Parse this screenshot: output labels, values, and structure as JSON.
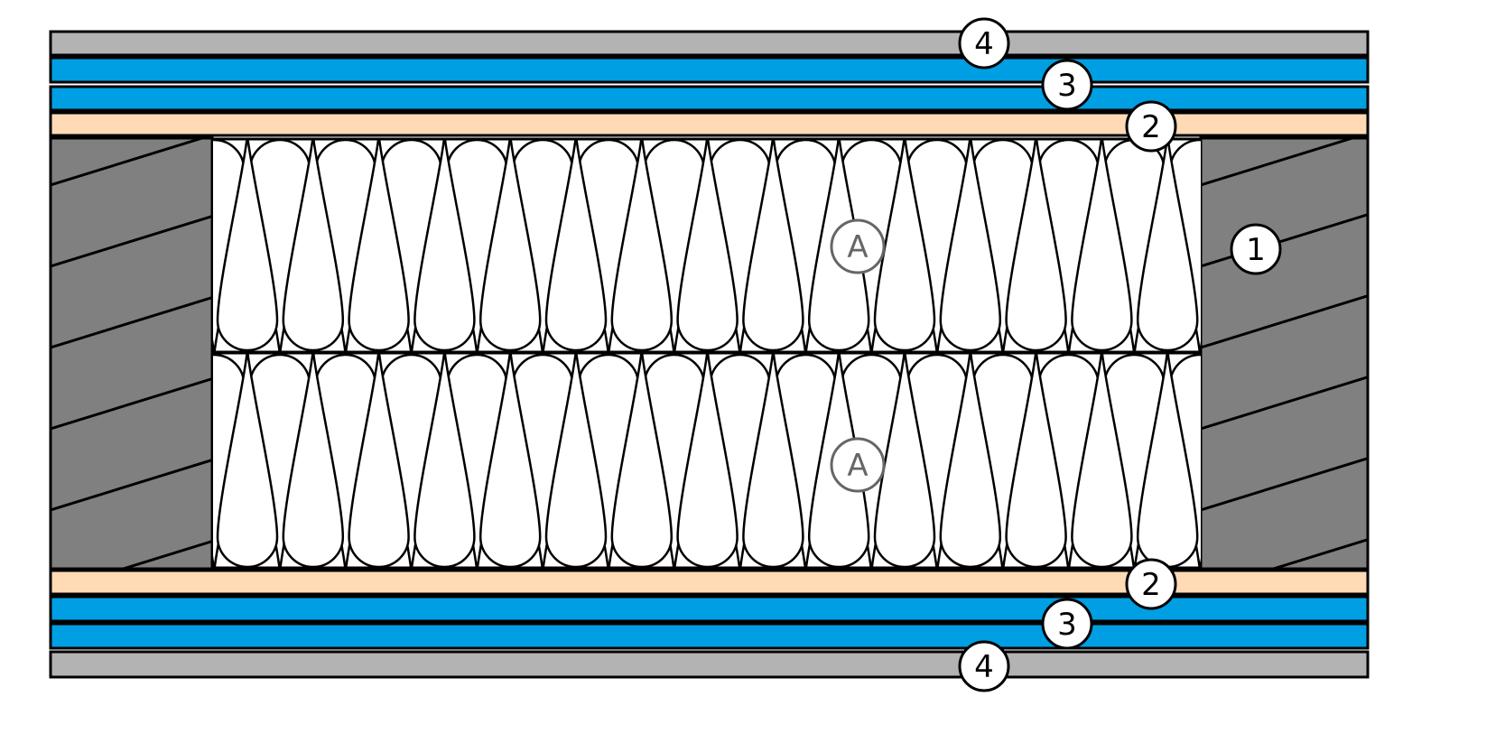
{
  "diagram": {
    "type": "wall-section",
    "colors": {
      "outer_board": "#b3b3b3",
      "blue_board": "#009fe3",
      "timber_board": "#ffdab5",
      "stud": "#808080",
      "insulation": "#ffffff",
      "label_grey": "#666666"
    },
    "layer_labels": {
      "outer_top": "4",
      "blue_top": "3",
      "timber_top": "2",
      "stud": "1",
      "insulation_upper": "A",
      "insulation_lower": "A",
      "timber_bottom": "2",
      "blue_bottom": "3",
      "outer_bottom": "4"
    }
  }
}
